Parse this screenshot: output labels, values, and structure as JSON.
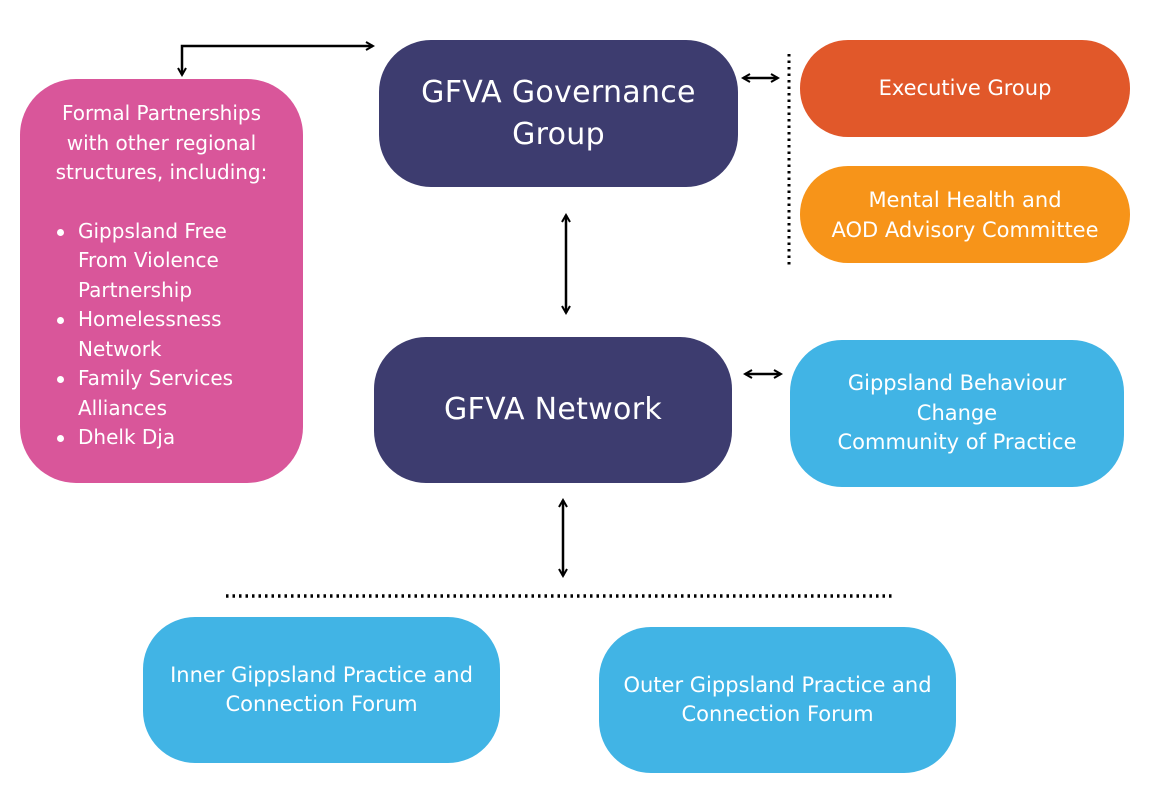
{
  "colors": {
    "navy": "#3d3c6f",
    "pink": "#d9569a",
    "orange_red": "#e1582a",
    "orange": "#f79419",
    "sky_blue": "#41b4e5",
    "connector": "#000000"
  },
  "nodes": {
    "governance_group": {
      "lines": [
        "GFVA Governance",
        "Group"
      ]
    },
    "network": {
      "label": "GFVA Network"
    },
    "formal_partnerships": {
      "intro_lines": [
        "Formal Partnerships",
        "with other regional",
        "structures, including:"
      ],
      "items": [
        {
          "lines": [
            "Gippsland Free",
            "From Violence",
            "Partnership"
          ]
        },
        {
          "lines": [
            "Homelessness",
            "Network"
          ]
        },
        {
          "lines": [
            "Family Services",
            "Alliances"
          ]
        },
        {
          "lines": [
            "Dhelk Dja"
          ]
        }
      ]
    },
    "executive_group": {
      "label": "Executive Group"
    },
    "mental_health": {
      "lines": [
        "Mental Health and",
        "AOD Advisory Committee"
      ]
    },
    "behaviour_change": {
      "lines": [
        "Gippsland Behaviour",
        "Change",
        "Community of Practice"
      ]
    },
    "inner_forum": {
      "lines": [
        "Inner Gippsland Practice and",
        "Connection Forum"
      ]
    },
    "outer_forum": {
      "lines": [
        "Outer Gippsland Practice and",
        "Connection Forum"
      ]
    }
  }
}
